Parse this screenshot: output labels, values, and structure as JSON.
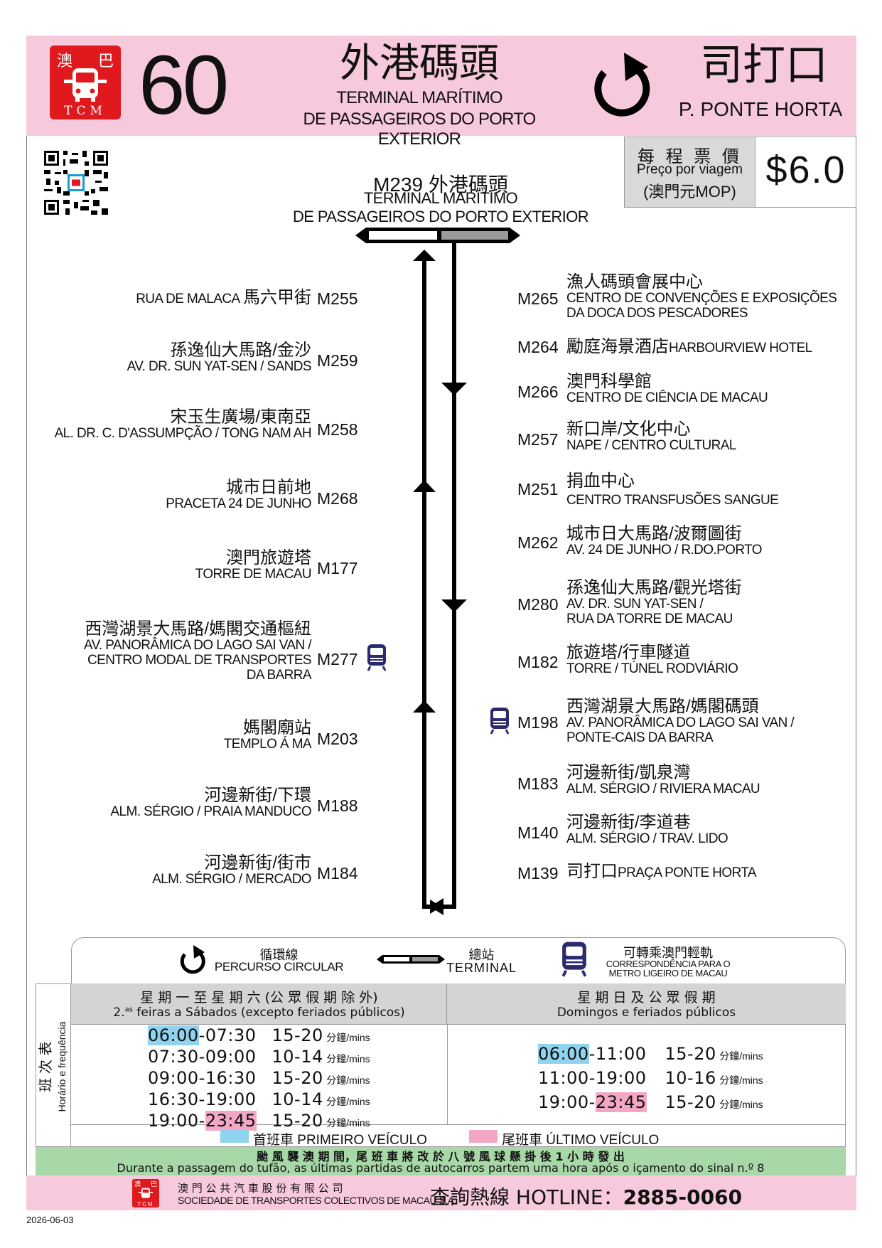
{
  "header": {
    "logo": {
      "top_left": "澳",
      "top_right": "巴",
      "bottom": "TCM"
    },
    "route_number": "60",
    "from_zh": "外港碼頭",
    "from_pt_line1": "TERMINAL MARÍTIMO",
    "from_pt_line2": "DE PASSAGEIROS DO PORTO EXTERIOR",
    "to_zh": "司打口",
    "to_pt": "P. PONTE HORTA",
    "direction_icon": "circular-arrow-icon"
  },
  "fare": {
    "label_zh": "每 程 票 價",
    "label_pt": "Preço por viagem",
    "currency": "(澳門元MOP)",
    "amount": "$6.0"
  },
  "terminal": {
    "code_name": "M239 外港碼頭",
    "pt_line1": "TERMINAL MARÍTIMO",
    "pt_line2": "DE PASSAGEIROS DO PORTO EXTERIOR"
  },
  "left_stops": [
    {
      "zh": "馬六甲街",
      "pt": "RUA DE MALACA",
      "code": "M255"
    },
    {
      "zh": "孫逸仙大馬路/金沙",
      "pt": "AV. DR. SUN YAT-SEN / SANDS",
      "code": "M259"
    },
    {
      "zh": "宋玉生廣場/東南亞",
      "pt": "AL. DR. C. D'ASSUMPÇÃO / TONG NAM AH",
      "code": "M258"
    },
    {
      "zh": "城市日前地",
      "pt": "PRACETA 24 DE JUNHO",
      "code": "M268"
    },
    {
      "zh": "澳門旅遊塔",
      "pt": "TORRE DE MACAU",
      "code": "M177"
    },
    {
      "zh": "西灣湖景大馬路/媽閣交通樞紐",
      "pt1": "AV. PANORÂMICA DO LAGO SAI VAN /",
      "pt2": "CENTRO MODAL DE TRANSPORTES",
      "pt3": "DA BARRA",
      "code": "M277"
    },
    {
      "zh": "媽閣廟站",
      "pt": "TEMPLO Á MA",
      "code": "M203"
    },
    {
      "zh": "河邊新街/下環",
      "pt": "ALM. SÉRGIO / PRAIA MANDUCO",
      "code": "M188"
    },
    {
      "zh": "河邊新街/街市",
      "pt": "ALM. SÉRGIO / MERCADO",
      "code": "M184"
    }
  ],
  "right_stops": [
    {
      "code": "M265",
      "zh": "漁人碼頭會展中心",
      "pt1": "CENTRO DE CONVENÇÕES E EXPOSIÇÕES",
      "pt2": "DA DOCA DOS PESCADORES"
    },
    {
      "code": "M264",
      "zh": "勵庭海景酒店",
      "pt": "HARBOURVIEW HOTEL"
    },
    {
      "code": "M266",
      "zh": "澳門科學館",
      "pt": "CENTRO DE CIÊNCIA DE MACAU"
    },
    {
      "code": "M257",
      "zh": "新口岸/文化中心",
      "pt": "NAPE / CENTRO CULTURAL"
    },
    {
      "code": "M251",
      "zh": "捐血中心",
      "pt": "CENTRO TRANSFUSÕES SANGUE"
    },
    {
      "code": "M262",
      "zh": "城市日大馬路/波爾圖街",
      "pt": "AV. 24 DE JUNHO / R.DO.PORTO"
    },
    {
      "code": "M280",
      "zh": "孫逸仙大馬路/觀光塔街",
      "pt1": "AV. DR. SUN YAT-SEN /",
      "pt2": "RUA DA TORRE DE MACAU"
    },
    {
      "code": "M182",
      "zh": "旅遊塔/行車隧道",
      "pt": "TORRE / TÚNEL RODVIÁRIO"
    },
    {
      "code": "M198",
      "zh": "西灣湖景大馬路/媽閣碼頭",
      "pt1": "AV. PANORÂMICA DO LAGO SAI VAN /",
      "pt2": "PONTE-CAIS DA BARRA"
    },
    {
      "code": "M183",
      "zh": "河邊新街/凱泉灣",
      "pt": "ALM. SÉRGIO / RIVIERA MACAU"
    },
    {
      "code": "M140",
      "zh": "河邊新街/李道巷",
      "pt": "ALM. SÉRGIO / TRAV. LIDO"
    },
    {
      "code": "M139",
      "zh": "司打口",
      "pt": "PRAÇA PONTE HORTA"
    }
  ],
  "legend": {
    "circular_zh": "循環線",
    "circular_pt": "PERCURSO CIRCULAR",
    "terminal_zh": "總站",
    "terminal_pt": "TERMINAL",
    "lrt_zh": "可轉乘澳門輕軌",
    "lrt_pt1": "CORRESPONDÊNCIA PARA O",
    "lrt_pt2": "METRO LIGEIRO DE MACAU"
  },
  "schedule": {
    "side_zh": "班 次 表",
    "side_pt": "Horário e frequência",
    "weekday_title_zh": "星 期 一 至 星 期 六 (公 眾 假 期 除 外)",
    "weekday_title_pt_num": "2.",
    "weekday_title_pt_sup": "as",
    "weekday_title_pt_rest": " feiras a Sábados (excepto feriados públicos)",
    "holiday_title_zh": "星 期 日 及 公 眾 假 期",
    "holiday_title_pt": "Domingos e feriados públicos",
    "unit": "分鐘/mins",
    "weekday_rows": [
      {
        "start": "06:00",
        "dash": "-",
        "end": "07:30",
        "freq": "15-20"
      },
      {
        "start": "07:30",
        "dash": "-",
        "end": "09:00",
        "freq": "10-14"
      },
      {
        "start": "09:00",
        "dash": "-",
        "end": "16:30",
        "freq": "15-20"
      },
      {
        "start": "16:30",
        "dash": "-",
        "end": "19:00",
        "freq": "10-14"
      },
      {
        "start": "19:00",
        "dash": "-",
        "end": "23:45",
        "freq": "15-20"
      }
    ],
    "holiday_rows": [
      {
        "start": "06:00",
        "dash": "-",
        "end": "11:00",
        "freq": "15-20"
      },
      {
        "start": "11:00",
        "dash": "-",
        "end": "19:00",
        "freq": "10-16"
      },
      {
        "start": "19:00",
        "dash": "-",
        "end": "23:45",
        "freq": "15-20"
      }
    ],
    "first_label": "首班車 PRIMEIRO VEÍCULO",
    "last_label": "尾班車 ÚLTIMO VEÍCULO",
    "first_color": "#8fd3ee",
    "last_color": "#f4a7c4"
  },
  "typhoon": {
    "zh": "颱 風 襲 澳 期 間，尾 班 車 將 改 於 八 號 風 球 懸 掛 後 1 小 時 發 出",
    "pt": "Durante a passagem do tufão, as últimas partidas de autocarros partem uma hora após o içamento do sinal n.º 8"
  },
  "footer": {
    "company_zh": "澳 門 公 共 汽 車 股 份 有 限 公 司",
    "company_pt": "SOCIEDADE DE TRANSPORTES COLECTIVOS DE MACAU S.A.",
    "hotline_label": "查詢熱線 HOTLINE：",
    "hotline_number": "2885-0060",
    "date": "2026-06-03"
  },
  "colors": {
    "header_pink": "#f7c9dc",
    "logo_red": "#e0191e",
    "lrt_navy": "#2b2a6e",
    "notice_green": "#a8d8a8",
    "table_grey": "#d4d4d4"
  }
}
